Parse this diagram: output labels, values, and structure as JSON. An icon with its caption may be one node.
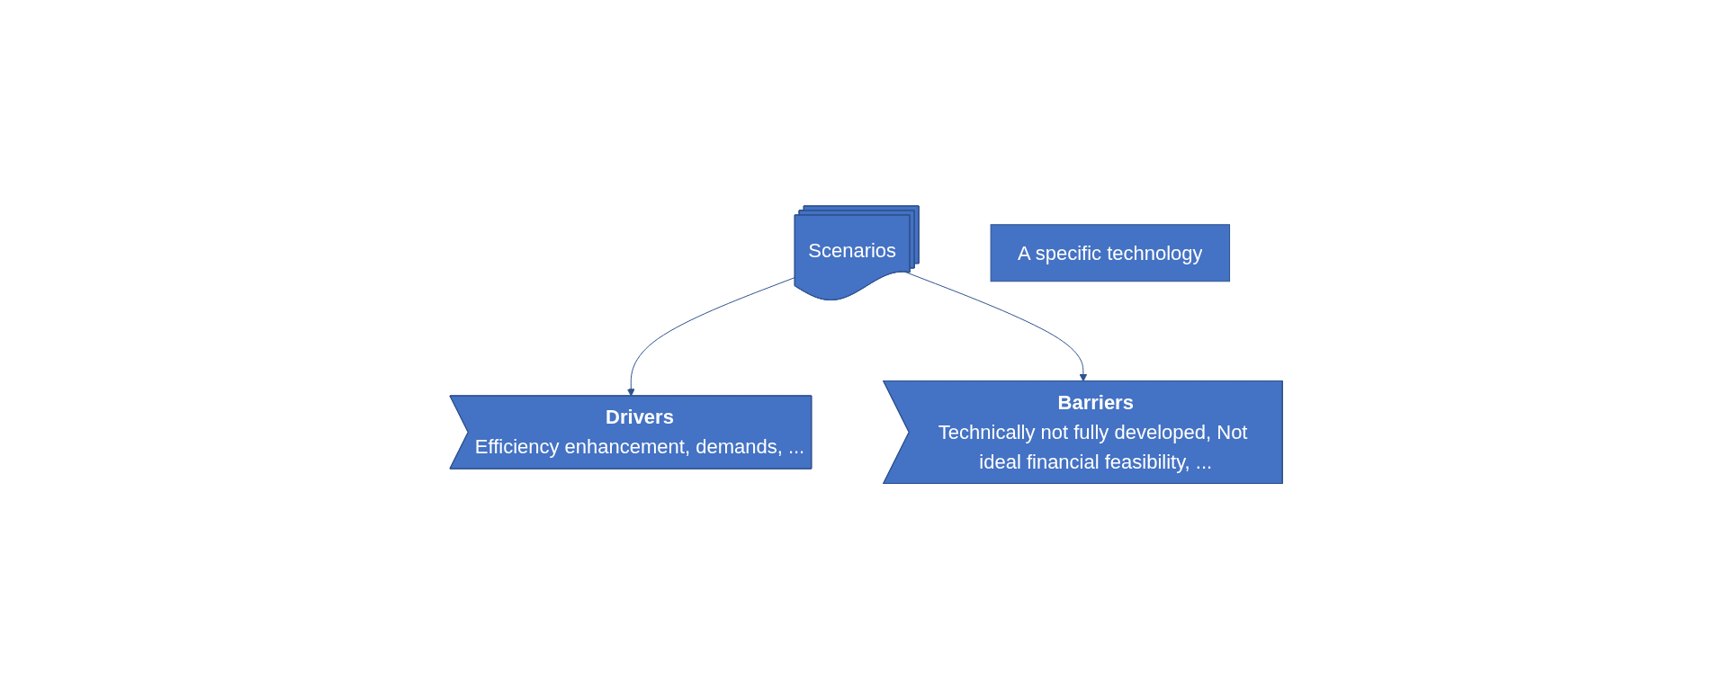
{
  "diagram": {
    "nodes": [
      {
        "text": [
          "Scenarios"
        ]
      },
      {
        "text": [
          "Drivers",
          "Efficiency enhancement, demands, ..."
        ]
      },
      {
        "text": [
          "A specific technology"
        ]
      },
      {
        "text": [
          "Barriers",
          "Technically not fully developed, Not ideal financial feasibility, ..."
        ]
      }
    ],
    "edges": [
      {
        "from": 0,
        "to": 1,
        "arrow": "to"
      },
      {
        "from": 0,
        "to": 3,
        "arrow": "to"
      }
    ]
  }
}
